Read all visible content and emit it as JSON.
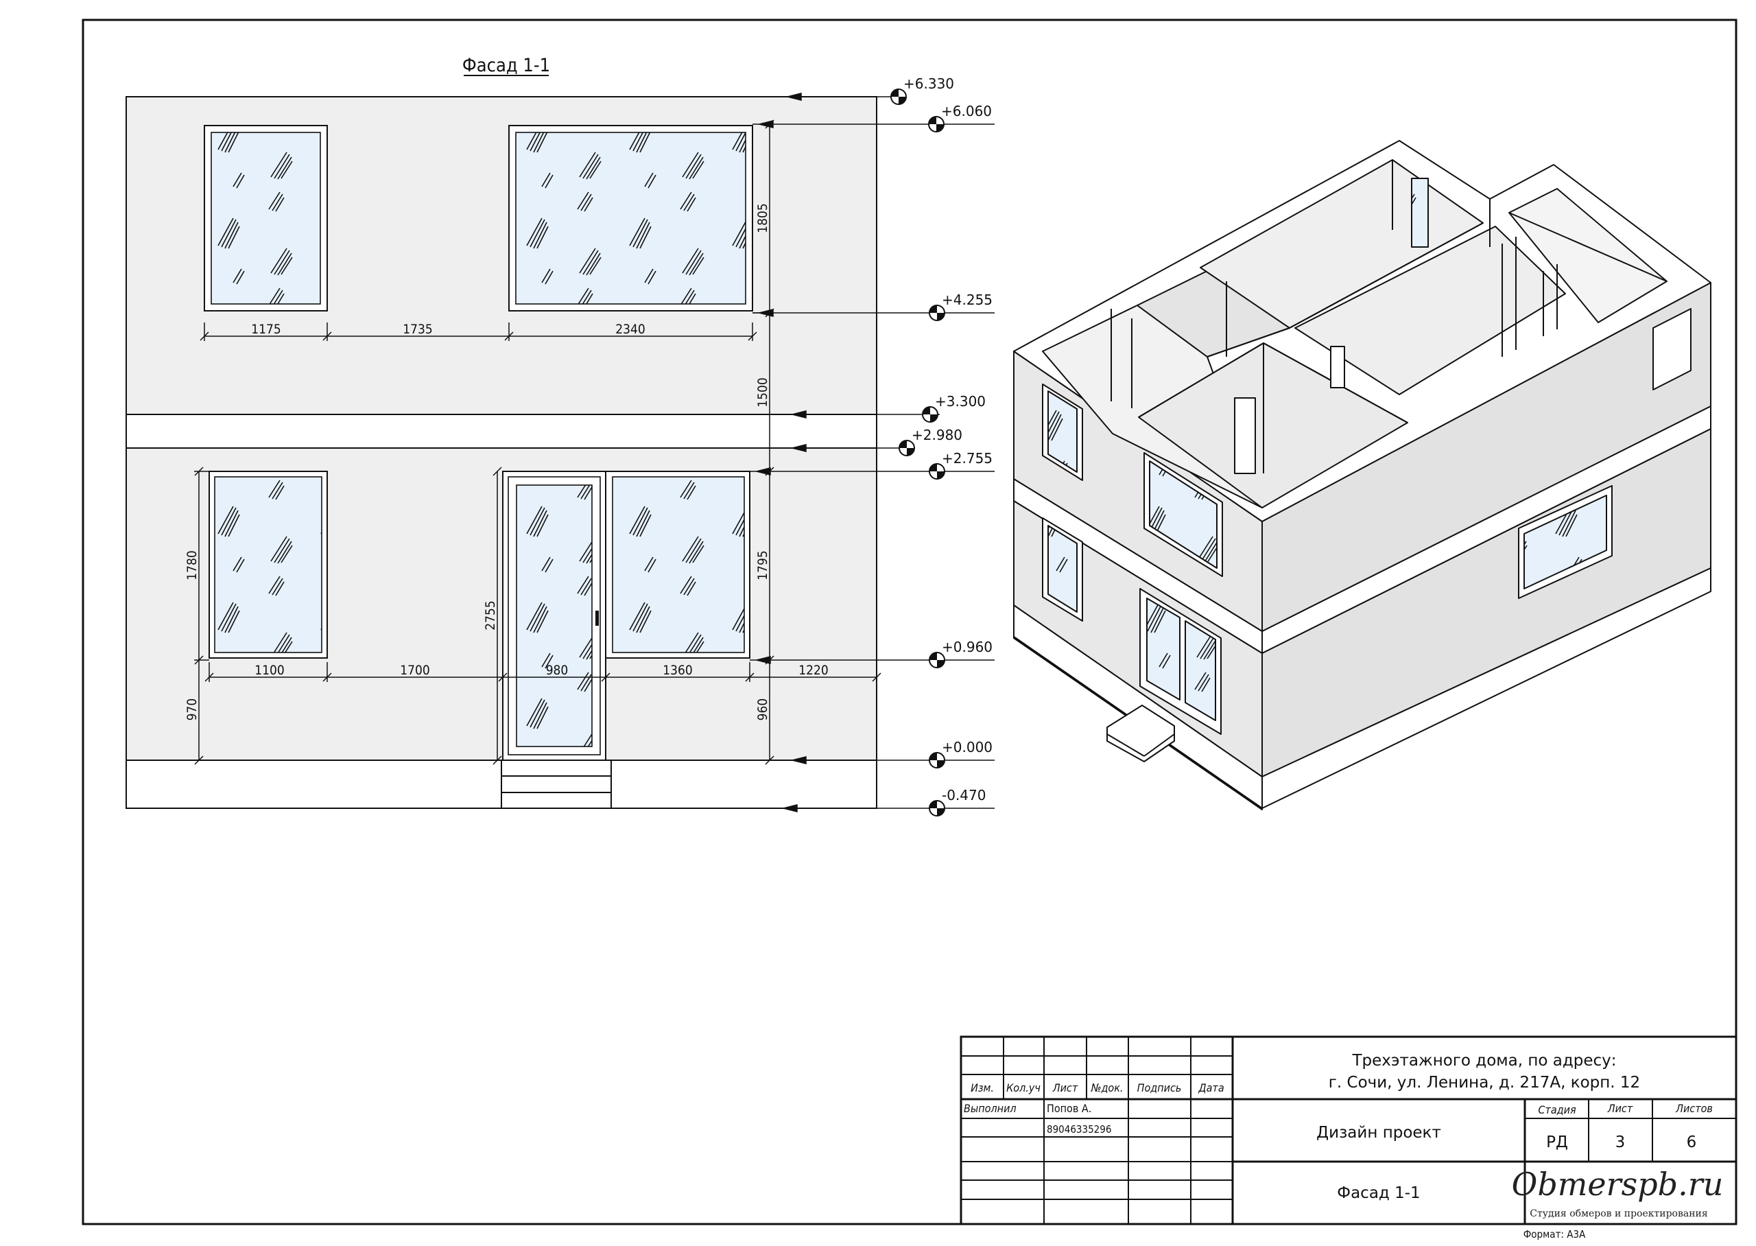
{
  "title": "Фасад 1-1",
  "levels": [
    "+6.330",
    "+6.060",
    "+4.255",
    "+3.300",
    "+2.980",
    "+2.755",
    "+0.960",
    "+0.000",
    "-0.470"
  ],
  "dimensions": {
    "upper_w1": "1175",
    "upper_gap": "1735",
    "upper_w2": "2340",
    "upper_h2": "1805",
    "floor_gap": "1500",
    "lower_w1": "1100",
    "lower_gap": "1700",
    "door_w": "980",
    "lower_w2": "1360",
    "lower_right": "1220",
    "lower_h1": "1780",
    "door_h": "2755",
    "lower_h2": "1795",
    "sill_left": "970",
    "sill_right": "960"
  },
  "titleblock": {
    "headers": [
      "Изм.",
      "Кол.уч",
      "Лист",
      "№док.",
      "Подпись",
      "Дата"
    ],
    "role": "Выполнил",
    "name": "Попов А.",
    "phone": "89046335296",
    "project_line1": "Трехэтажного дома, по адресу:",
    "project_line2": "г. Сочи, ул. Ленина, д. 217А, корп. 12",
    "design": "Дизайн проект",
    "sheet_name": "Фасад 1-1",
    "stage_label": "Стадия",
    "sheet_label": "Лист",
    "sheets_label": "Листов",
    "stage": "РД",
    "sheet": "3",
    "sheets": "6",
    "company": "Obmerspb.ru",
    "company_sub": "Студия обмеров и проектирования",
    "format": "Формат: А3А"
  }
}
